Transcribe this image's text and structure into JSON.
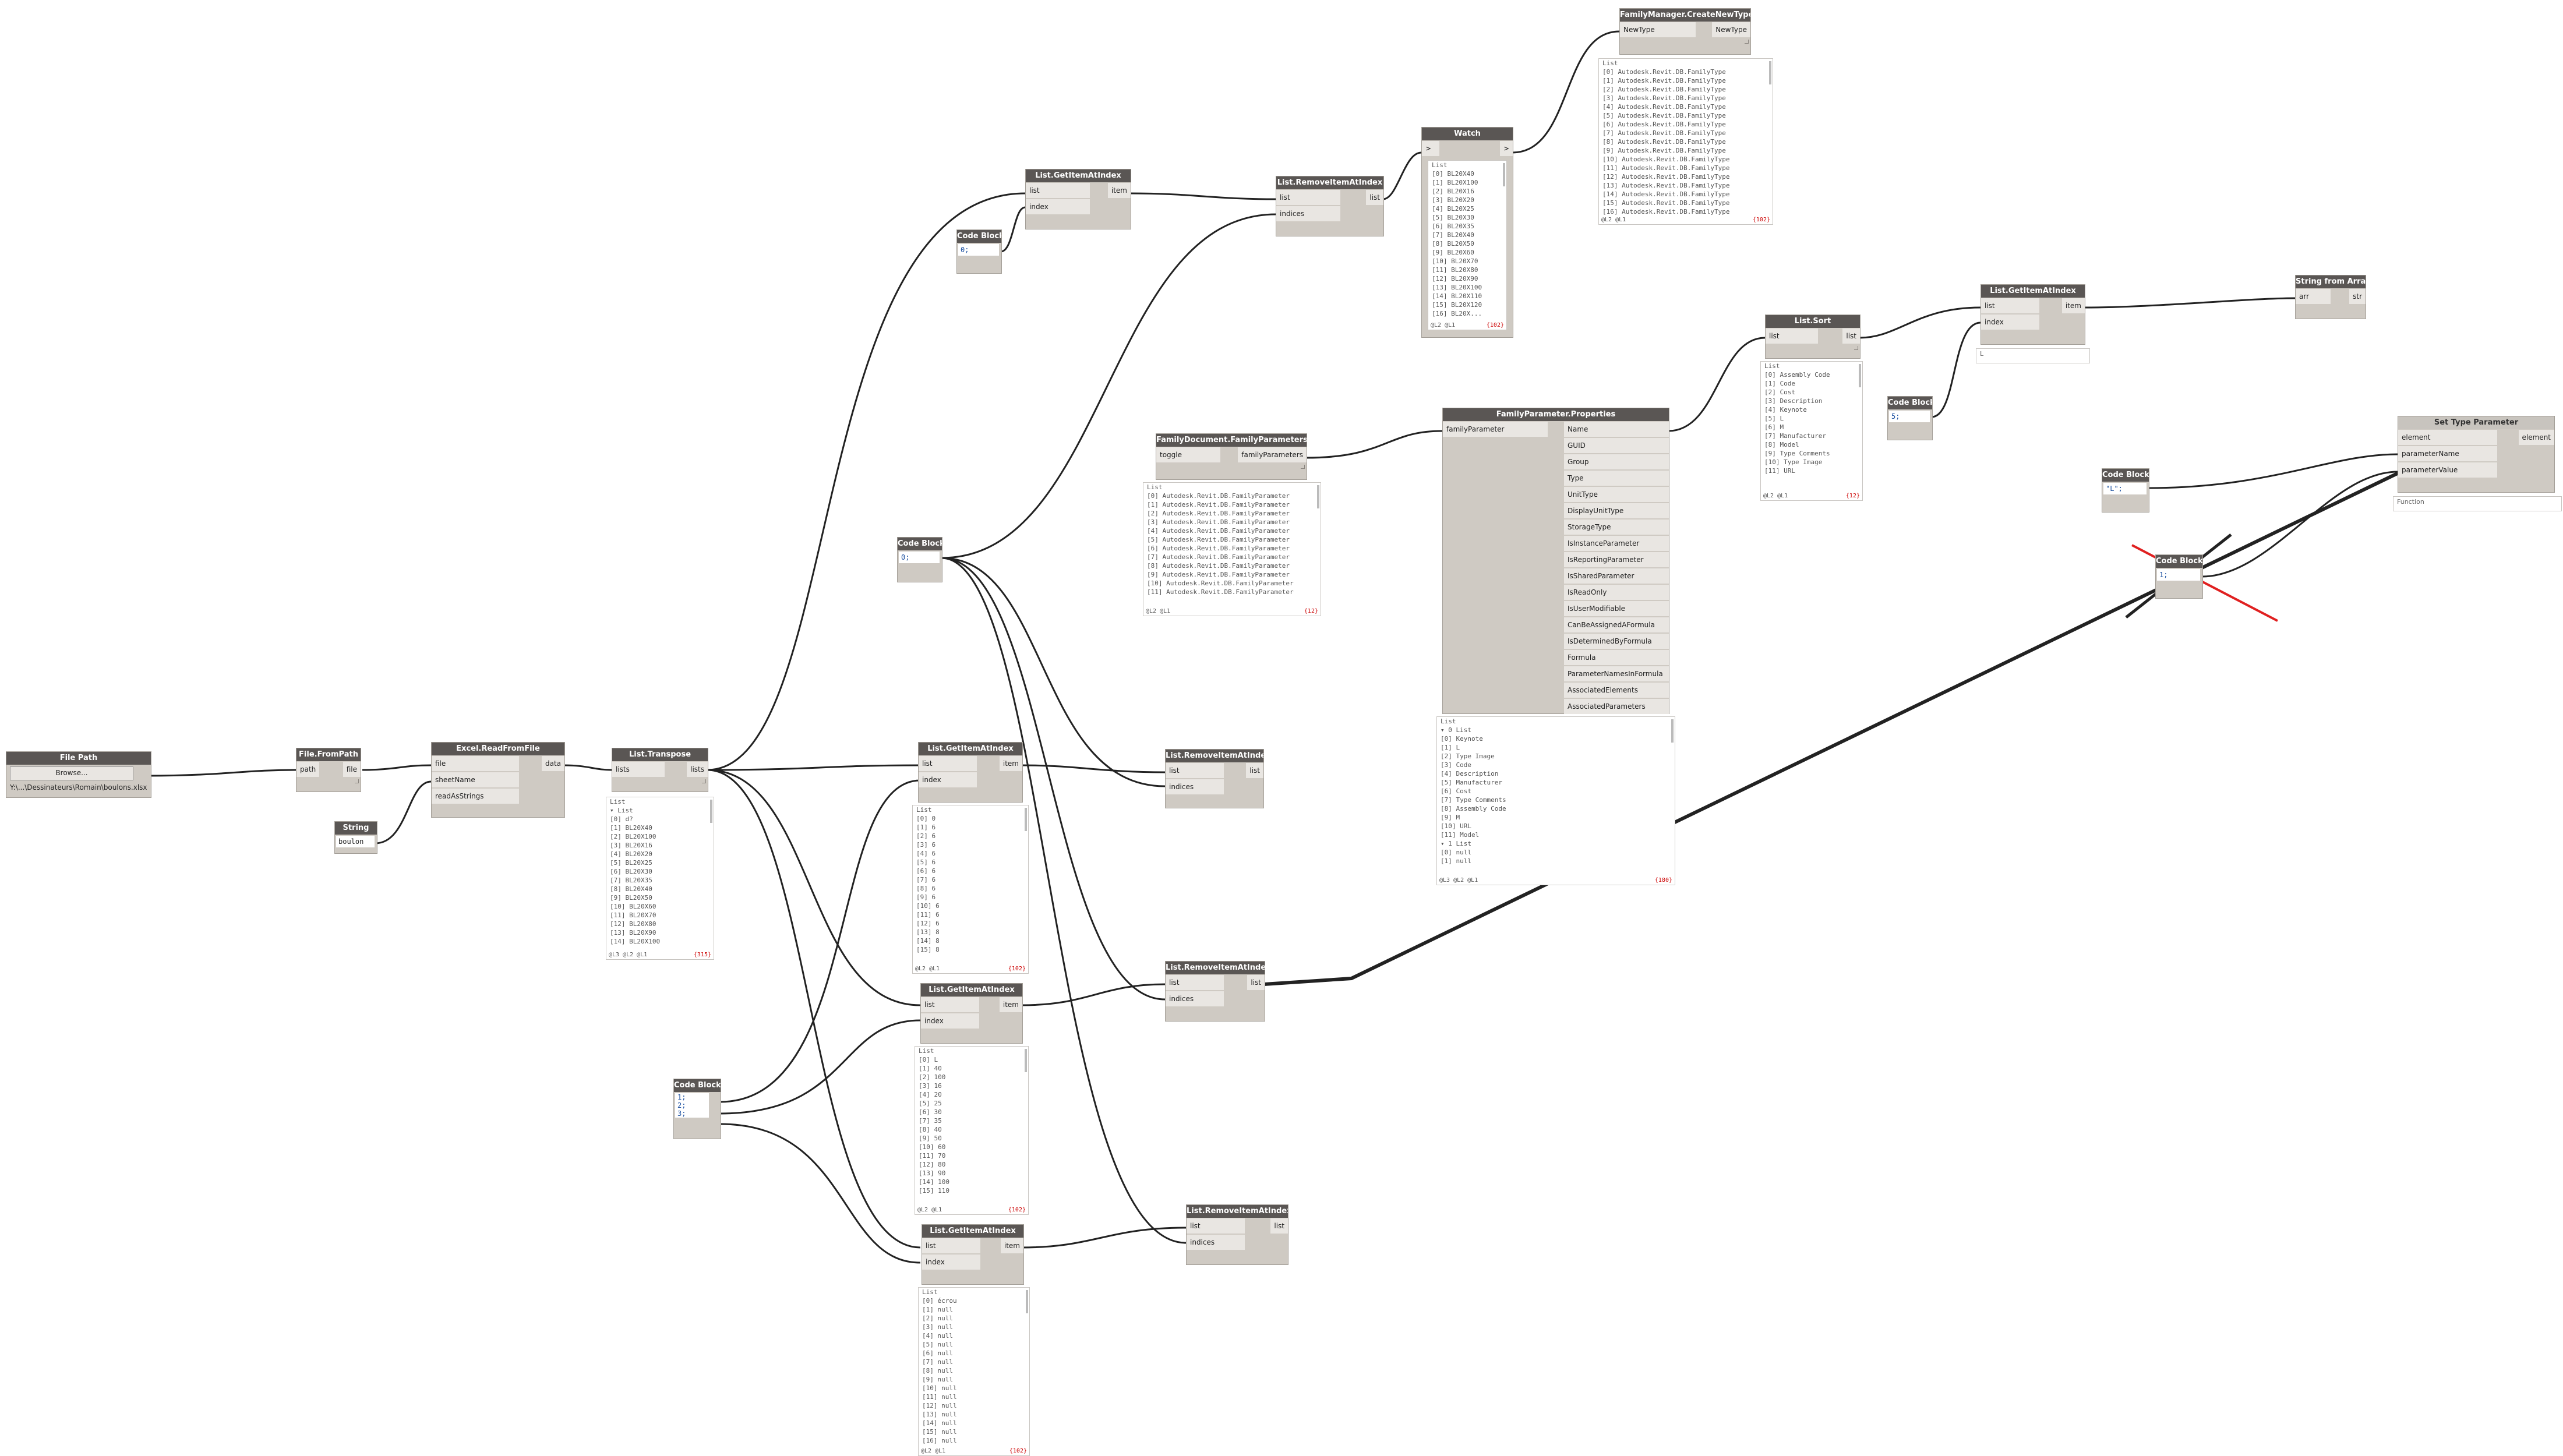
{
  "nodes": {
    "file_path": {
      "title": "File Path",
      "button": "Browse...",
      "path": "Y:\\...\\Dessinateurs\\Romain\\boulons.xlsx"
    },
    "file_from_path": {
      "title": "File.FromPath",
      "in": [
        "path"
      ],
      "out": [
        "file"
      ]
    },
    "string": {
      "title": "String",
      "value": "boulon"
    },
    "excel_read": {
      "title": "Excel.ReadFromFile",
      "in": [
        "file",
        "sheetName",
        "readAsStrings"
      ],
      "out": [
        "data"
      ]
    },
    "list_transpose": {
      "title": "List.Transpose",
      "in": [
        "lists"
      ],
      "out": [
        "lists"
      ]
    },
    "code_block_top": {
      "title": "Code Block",
      "code": "0;"
    },
    "getitem_top": {
      "title": "List.GetItemAtIndex",
      "in": [
        "list",
        "index"
      ],
      "out": [
        "item"
      ]
    },
    "remove_top": {
      "title": "List.RemoveItemAtIndex",
      "in": [
        "list",
        "indices"
      ],
      "out": [
        "list"
      ]
    },
    "watch": {
      "title": "Watch",
      "in": [
        ">"
      ],
      "out": [
        ">"
      ]
    },
    "create_new_type": {
      "title": "FamilyManager.CreateNewType",
      "in": [
        "NewType"
      ],
      "out": [
        "NewType"
      ]
    },
    "code_block_mid": {
      "title": "Code Block",
      "code": "0;"
    },
    "family_params": {
      "title": "FamilyDocument.FamilyParameters",
      "in": [
        "toggle"
      ],
      "out": [
        "familyParameters"
      ]
    },
    "family_param_props": {
      "title": "FamilyParameter.Properties",
      "in": [
        "familyParameter"
      ],
      "out": [
        "Name",
        "GUID",
        "Group",
        "Type",
        "UnitType",
        "DisplayUnitType",
        "StorageType",
        "IsInstanceParameter",
        "IsReportingParameter",
        "IsSharedParameter",
        "IsReadOnly",
        "IsUserModifiable",
        "CanBeAssignedAFormula",
        "IsDeterminedByFormula",
        "Formula",
        "ParameterNamesInFormula",
        "AssociatedElements",
        "AssociatedParameters"
      ]
    },
    "list_sort": {
      "title": "List.Sort",
      "in": [
        "list"
      ],
      "out": [
        "list"
      ]
    },
    "getitem_sort": {
      "title": "List.GetItemAtIndex",
      "in": [
        "list",
        "index"
      ],
      "out": [
        "item"
      ]
    },
    "code_block_sort": {
      "title": "Code Block",
      "code": "5;"
    },
    "string_from_array": {
      "title": "String from Array",
      "in": [
        "arr"
      ],
      "out": [
        "str"
      ]
    },
    "set_type_param": {
      "title": "Set Type Parameter",
      "in": [
        "element",
        "parameterName",
        "parameterValue"
      ],
      "out": [
        "element"
      ],
      "preview": "Function"
    },
    "code_block_set": {
      "title": "Code Block",
      "code": "\"L\";"
    },
    "code_block_x": {
      "title": "Code Block",
      "code": "1;"
    },
    "getitem_1": {
      "title": "List.GetItemAtIndex",
      "in": [
        "list",
        "index"
      ],
      "out": [
        "item"
      ]
    },
    "remove_1": {
      "title": "List.RemoveItemAtIndex",
      "in": [
        "list",
        "indices"
      ],
      "out": [
        "list"
      ]
    },
    "getitem_2": {
      "title": "List.GetItemAtIndex",
      "in": [
        "list",
        "index"
      ],
      "out": [
        "item"
      ]
    },
    "remove_2": {
      "title": "List.RemoveItemAtIndex",
      "in": [
        "list",
        "indices"
      ],
      "out": [
        "list"
      ]
    },
    "getitem_3": {
      "title": "List.GetItemAtIndex",
      "in": [
        "list",
        "index"
      ],
      "out": [
        "item"
      ]
    },
    "remove_3": {
      "title": "List.RemoveItemAtIndex",
      "in": [
        "list",
        "indices"
      ],
      "out": [
        "list"
      ]
    },
    "code_block_low": {
      "title": "Code Block",
      "code": [
        "1;",
        "2;",
        "3;"
      ]
    }
  },
  "watches": {
    "transpose": {
      "lines": [
        "List",
        " ▾ List",
        "   [0] d?",
        "   [1] BL20X40",
        "   [2] BL20X100",
        "   [3] BL20X16",
        "   [4] BL20X20",
        "   [5] BL20X25",
        "   [6] BL20X30",
        "   [7] BL20X35",
        "   [8] BL20X40",
        "   [9] BL20X50",
        "   [10] BL20X60",
        "   [11] BL20X70",
        "   [12] BL20X80",
        "   [13] BL20X90",
        "   [14] BL20X100"
      ],
      "levels": "@L3 @L2 @L1",
      "count": "{315}"
    },
    "watch_node": {
      "lines": [
        "List",
        " [0] BL20X40",
        " [1] BL20X100",
        " [2] BL20X16",
        " [3] BL20X20",
        " [4] BL20X25",
        " [5] BL20X30",
        " [6] BL20X35",
        " [7] BL20X40",
        " [8] BL20X50",
        " [9] BL20X60",
        " [10] BL20X70",
        " [11] BL20X80",
        " [12] BL20X90",
        " [13] BL20X100",
        " [14] BL20X110",
        " [15] BL20X120",
        " [16] BL20X..."
      ],
      "levels": "@L2 @L1",
      "count": "{102}"
    },
    "create_type": {
      "lines": [
        "List",
        " [0] Autodesk.Revit.DB.FamilyType",
        " [1] Autodesk.Revit.DB.FamilyType",
        " [2] Autodesk.Revit.DB.FamilyType",
        " [3] Autodesk.Revit.DB.FamilyType",
        " [4] Autodesk.Revit.DB.FamilyType",
        " [5] Autodesk.Revit.DB.FamilyType",
        " [6] Autodesk.Revit.DB.FamilyType",
        " [7] Autodesk.Revit.DB.FamilyType",
        " [8] Autodesk.Revit.DB.FamilyType",
        " [9] Autodesk.Revit.DB.FamilyType",
        " [10] Autodesk.Revit.DB.FamilyType",
        " [11] Autodesk.Revit.DB.FamilyType",
        " [12] Autodesk.Revit.DB.FamilyType",
        " [13] Autodesk.Revit.DB.FamilyType",
        " [14] Autodesk.Revit.DB.FamilyType",
        " [15] Autodesk.Revit.DB.FamilyType",
        " [16] Autodesk.Revit.DB.FamilyType"
      ],
      "levels": "@L2 @L1",
      "count": "{102}"
    },
    "family_params": {
      "lines": [
        "List",
        " [0] Autodesk.Revit.DB.FamilyParameter",
        " [1] Autodesk.Revit.DB.FamilyParameter",
        " [2] Autodesk.Revit.DB.FamilyParameter",
        " [3] Autodesk.Revit.DB.FamilyParameter",
        " [4] Autodesk.Revit.DB.FamilyParameter",
        " [5] Autodesk.Revit.DB.FamilyParameter",
        " [6] Autodesk.Revit.DB.FamilyParameter",
        " [7] Autodesk.Revit.DB.FamilyParameter",
        " [8] Autodesk.Revit.DB.FamilyParameter",
        " [9] Autodesk.Revit.DB.FamilyParameter",
        " [10] Autodesk.Revit.DB.FamilyParameter",
        " [11] Autodesk.Revit.DB.FamilyParameter"
      ],
      "levels": "@L2 @L1",
      "count": "{12}"
    },
    "props": {
      "lines": [
        "List",
        " ▾ 0 List",
        "   [0] Keynote",
        "   [1] L",
        "   [2] Type Image",
        "   [3] Code",
        "   [4] Description",
        "   [5] Manufacturer",
        "   [6] Cost",
        "   [7] Type Comments",
        "   [8] Assembly Code",
        "   [9] M",
        "   [10] URL",
        "   [11] Model",
        " ▾ 1 List",
        "   [0] null",
        "   [1] null"
      ],
      "levels": "@L3 @L2 @L1",
      "count": "{180}"
    },
    "sort": {
      "lines": [
        "List",
        " [0] Assembly Code",
        " [1] Code",
        " [2] Cost",
        " [3] Description",
        " [4] Keynote",
        " [5] L",
        " [6] M",
        " [7] Manufacturer",
        " [8] Model",
        " [9] Type Comments",
        " [10] Type Image",
        " [11] URL"
      ],
      "levels": "@L2 @L1",
      "count": "{12}"
    },
    "sort_item": {
      "value": "L"
    },
    "g1": {
      "lines": [
        "List",
        " [0] 0",
        " [1] 6",
        " [2] 6",
        " [3] 6",
        " [4] 6",
        " [5] 6",
        " [6] 6",
        " [7] 6",
        " [8] 6",
        " [9] 6",
        " [10] 6",
        " [11] 6",
        " [12] 6",
        " [13] 8",
        " [14] 8",
        " [15] 8"
      ],
      "levels": "@L2 @L1",
      "count": "{102}"
    },
    "g2": {
      "lines": [
        "List",
        " [0] L",
        " [1] 40",
        " [2] 100",
        " [3] 16",
        " [4] 20",
        " [5] 25",
        " [6] 30",
        " [7] 35",
        " [8] 40",
        " [9] 50",
        " [10] 60",
        " [11] 70",
        " [12] 80",
        " [13] 90",
        " [14] 100",
        " [15] 110"
      ],
      "levels": "@L2 @L1",
      "count": "{102}"
    },
    "g3": {
      "lines": [
        "List",
        " [0] écrou",
        " [1] null",
        " [2] null",
        " [3] null",
        " [4] null",
        " [5] null",
        " [6] null",
        " [7] null",
        " [8] null",
        " [9] null",
        " [10] null",
        " [11] null",
        " [12] null",
        " [13] null",
        " [14] null",
        " [15] null",
        " [16] null"
      ],
      "levels": "@L2 @L1",
      "count": "{102}"
    }
  },
  "colors": {
    "header": "#5a5654",
    "node_body": "#cfcac3",
    "port": "#e9e6e2",
    "wire": "#222222",
    "delete_mark": "#e02020",
    "highlight": "#9ec0e8"
  }
}
